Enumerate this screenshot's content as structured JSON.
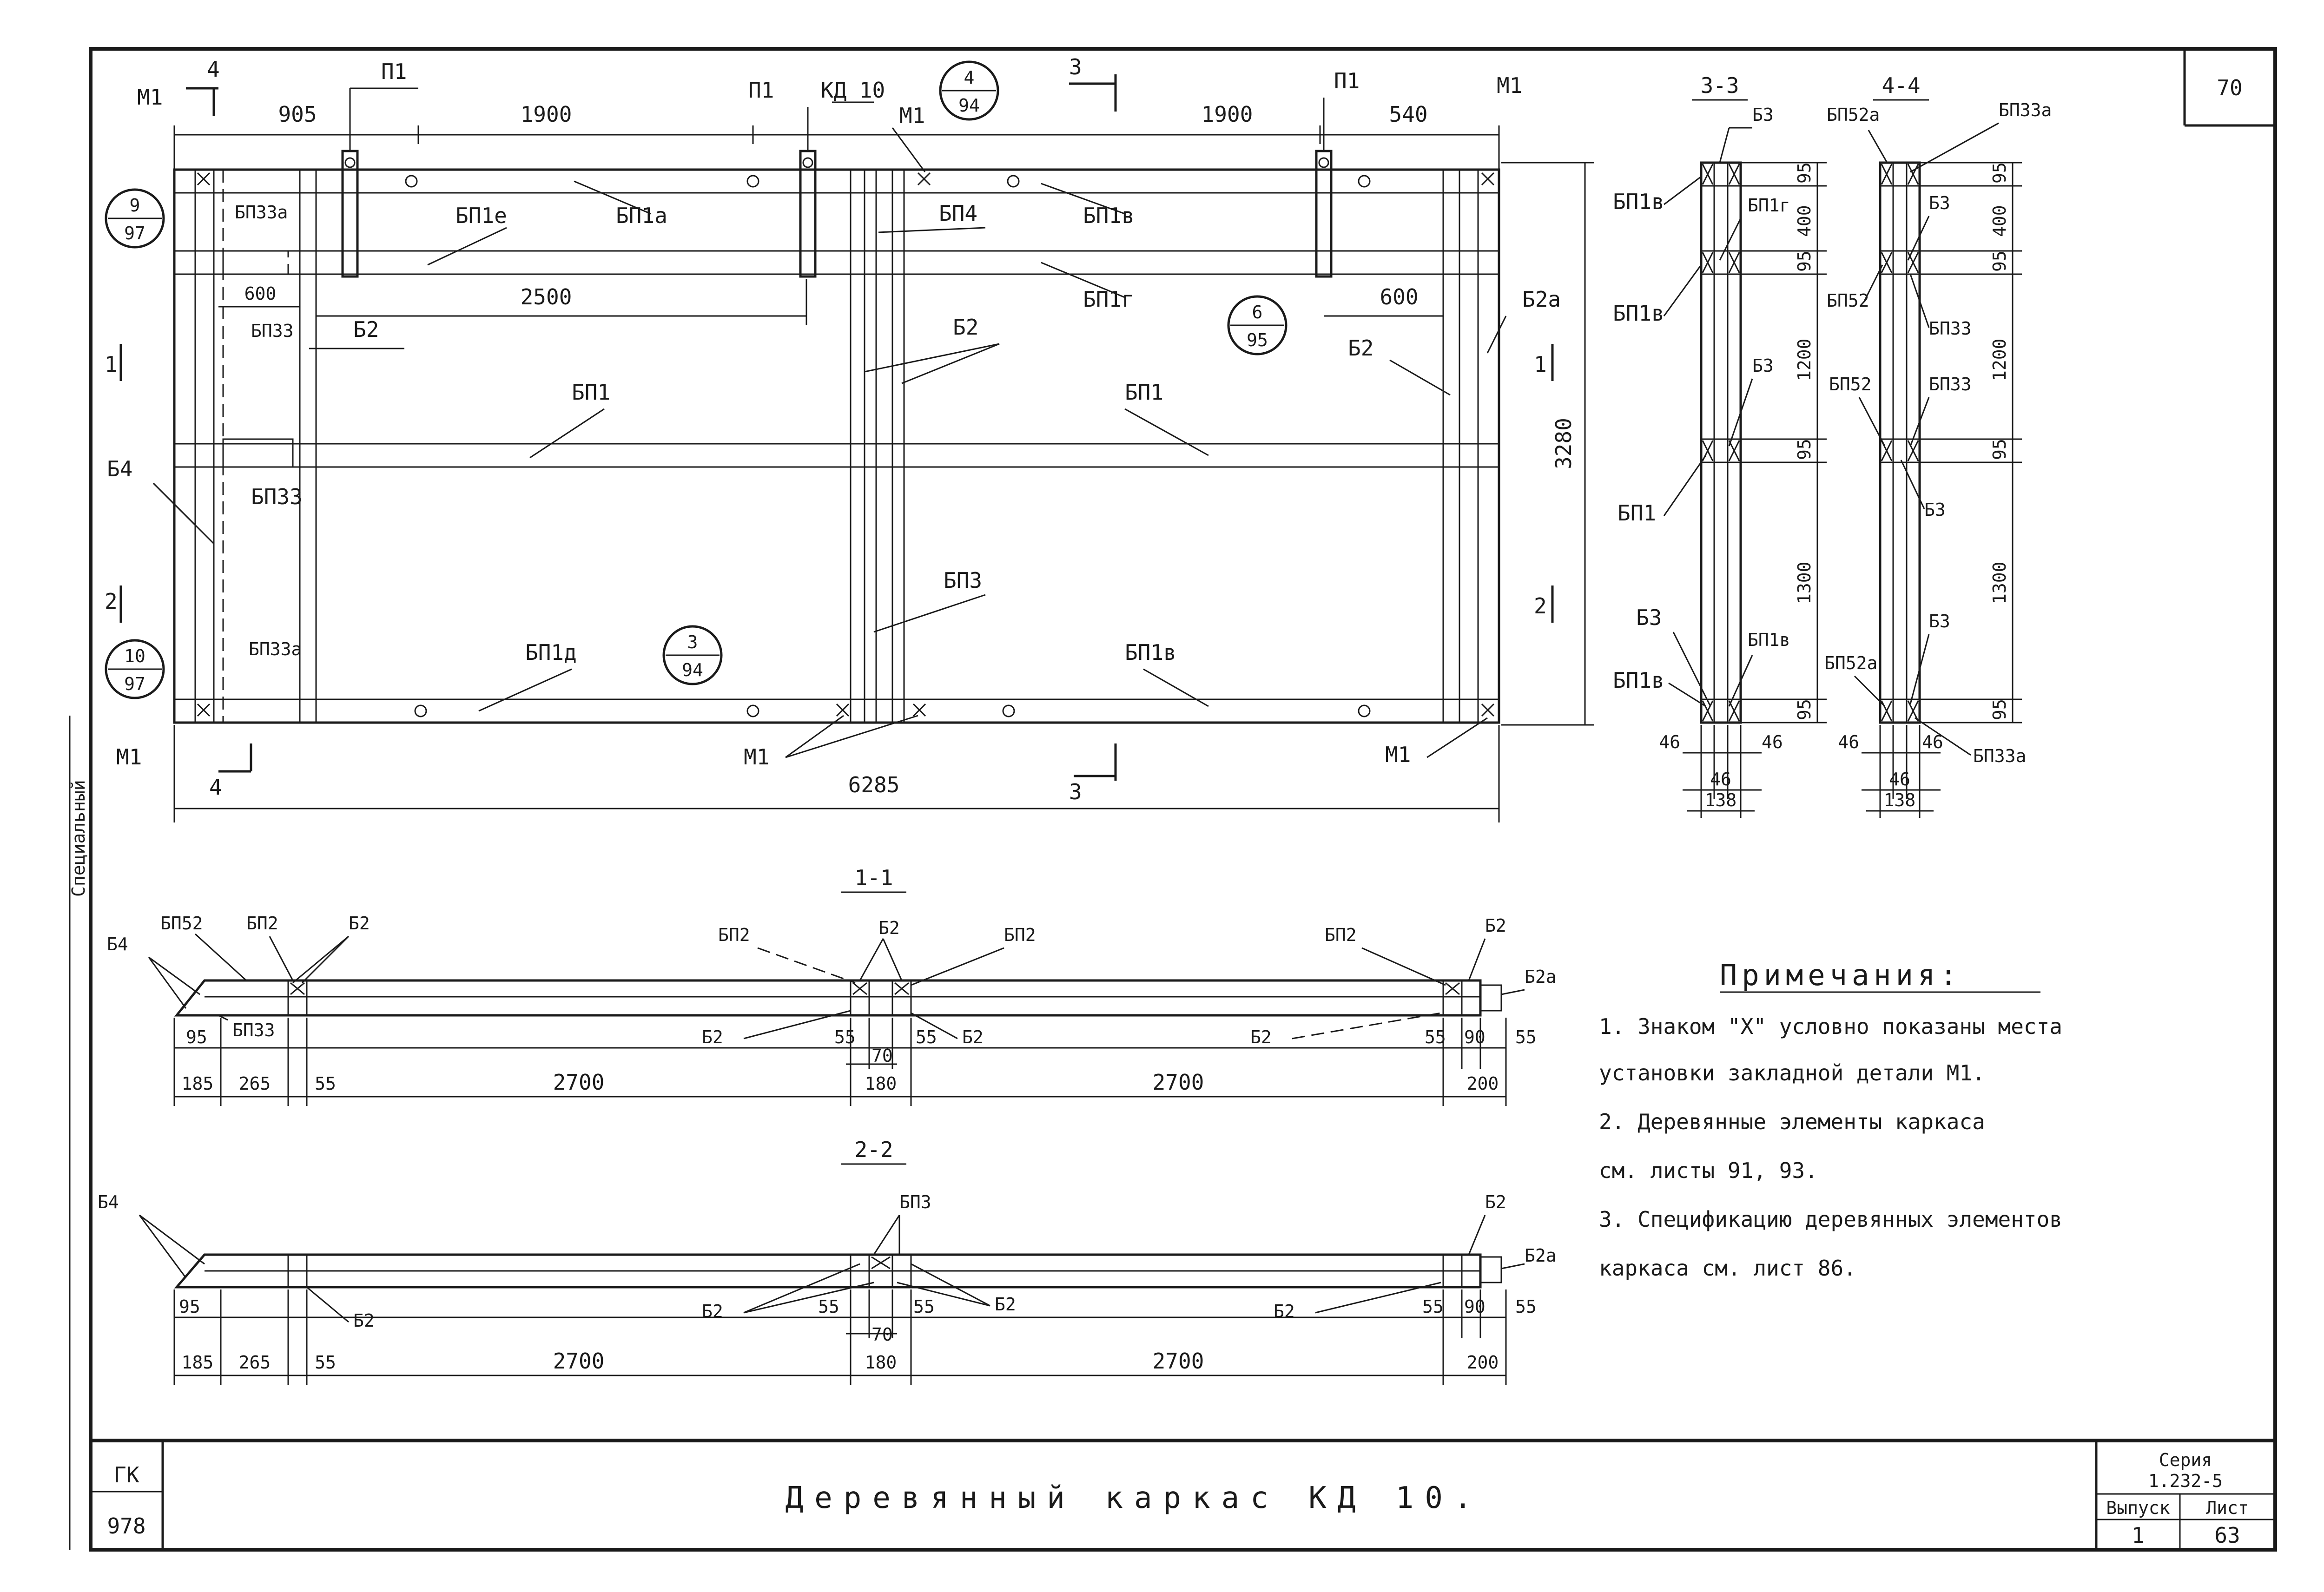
{
  "sheet": {
    "sheet_no": "70",
    "title": "Деревянный каркас КД 10.",
    "stamp_series_label": "Серия",
    "stamp_series_value": "1.232-5",
    "stamp_issue_label": "Выпуск",
    "stamp_issue_value": "1",
    "stamp_sheet_label": "Лист",
    "stamp_sheet_value": "63",
    "left_code_1": "ГК",
    "left_code_2": "978",
    "side_text": "Специальный"
  },
  "plan": {
    "name": "КД 10",
    "dims_top": [
      "905",
      "1900",
      "1900",
      "540"
    ],
    "dim_overall": "6285",
    "dim_height": "3280",
    "dim_2500": "2500",
    "dim_600_left": "600",
    "dim_600_right": "600",
    "marker_1": "1",
    "marker_2": "2",
    "marker_3": "3",
    "marker_4": "4",
    "parts": {
      "P1": "П1",
      "M1": "М1",
      "BP1a": "БП1а",
      "BP1e": "БП1е",
      "BP1v": "БП1в",
      "BP1g": "БП1г",
      "BP1d": "БП1д",
      "BP4": "БП4",
      "BP1": "БП1",
      "BP3": "БП3",
      "BP33": "БП33",
      "BP33a": "БП33а",
      "B2": "Б2",
      "B2a": "Б2а",
      "B4": "Б4"
    },
    "callouts": [
      {
        "top": "9",
        "bottom": "97"
      },
      {
        "top": "10",
        "bottom": "97"
      },
      {
        "top": "4",
        "bottom": "94"
      },
      {
        "top": "3",
        "bottom": "94"
      },
      {
        "top": "6",
        "bottom": "95"
      }
    ]
  },
  "sections": {
    "s33": {
      "title": "3-3",
      "dims": [
        "95",
        "400",
        "95",
        "1200",
        "95",
        "1300",
        "95"
      ],
      "bottom_dims": [
        "46",
        "46",
        "46",
        "138"
      ],
      "labels": [
        "Б3",
        "БП1в",
        "БП1г",
        "Б3",
        "БП1",
        "Б3",
        "БП1в",
        "БП1в"
      ]
    },
    "s44": {
      "title": "4-4",
      "dims": [
        "95",
        "400",
        "95",
        "1200",
        "95",
        "1300",
        "95"
      ],
      "bottom_dims": [
        "46",
        "46",
        "46",
        "138"
      ],
      "labels": [
        "БП52а",
        "БП33а",
        "Б3",
        "БП52",
        "БП33",
        "БП52",
        "БП33",
        "Б3",
        "Б3",
        "БП52а",
        "БП33а"
      ]
    },
    "s11": {
      "title": "1-1",
      "labels": [
        "Б4",
        "БП52",
        "БП2",
        "Б2",
        "БП33",
        "БП2",
        "Б2",
        "БП2",
        "Б2",
        "Б2",
        "БП2",
        "Б2",
        "Б2",
        "Б2а"
      ],
      "dims_small": [
        "95",
        "55",
        "55",
        "70",
        "55",
        "90",
        "55"
      ],
      "dims_main": [
        "185",
        "265",
        "55",
        "2700",
        "180",
        "2700",
        "200"
      ]
    },
    "s22": {
      "title": "2-2",
      "labels": [
        "Б4",
        "БП3",
        "Б2",
        "Б2",
        "Б2",
        "Б2",
        "Б2",
        "Б2а"
      ],
      "dims_small": [
        "95",
        "55",
        "70",
        "55",
        "55",
        "90",
        "55"
      ],
      "dims_main": [
        "185",
        "265",
        "55",
        "2700",
        "180",
        "2700",
        "200"
      ]
    }
  },
  "notes": {
    "heading": "Примечания:",
    "items": [
      "1. Знаком \"Х\" условно показаны места",
      "установки закладной детали М1.",
      "2. Деревянные элементы каркаса",
      "см. листы 91, 93.",
      "3. Спецификацию деревянных элементов",
      "каркаса см. лист 86."
    ]
  }
}
